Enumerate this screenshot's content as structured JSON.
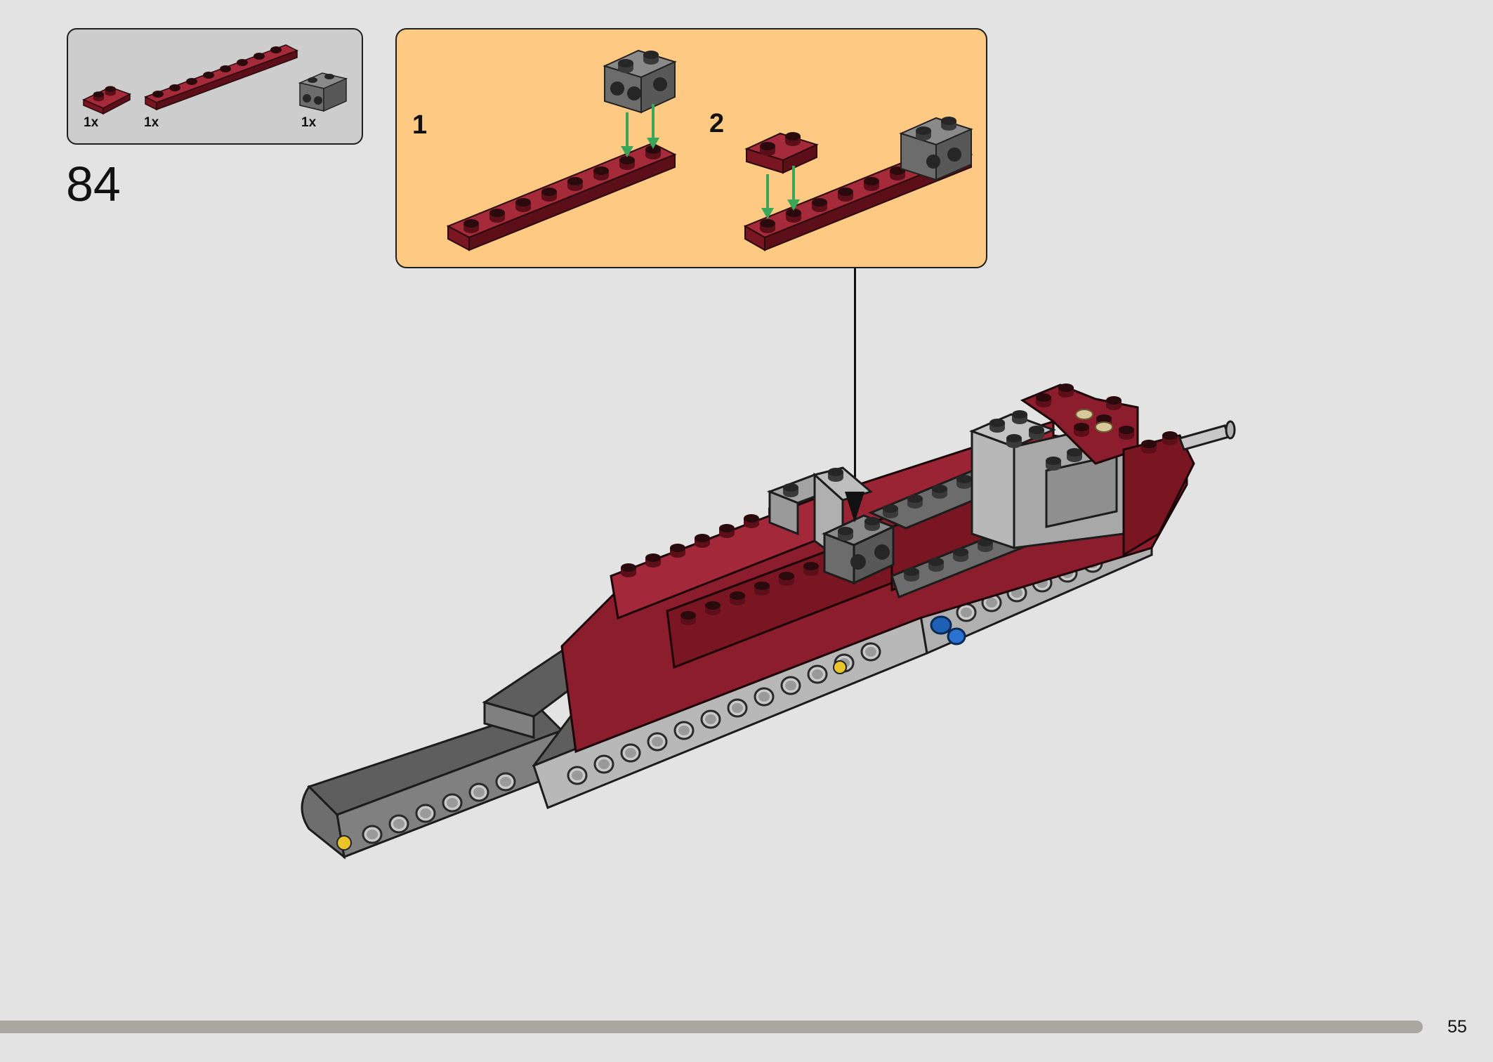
{
  "step": {
    "number": "84"
  },
  "parts_list": {
    "items": [
      {
        "qty": "1x",
        "part": "plate 1x2",
        "color": "dark-red"
      },
      {
        "qty": "1x",
        "part": "plate 1x8",
        "color": "dark-red"
      },
      {
        "qty": "1x",
        "part": "brick 1x2 with side studs",
        "color": "dark-bluish-gray"
      }
    ]
  },
  "callout": {
    "substeps": [
      {
        "label": "1"
      },
      {
        "label": "2"
      }
    ],
    "background": "#fec982",
    "arrow_color": "#3aa65a"
  },
  "colors": {
    "dark_red": "#8c1d2c",
    "dark_gray": "#6c6c6c",
    "light_gray": "#b3b3b3",
    "page_bg": "#e3e3e3"
  },
  "footer": {
    "page_number": "55"
  }
}
